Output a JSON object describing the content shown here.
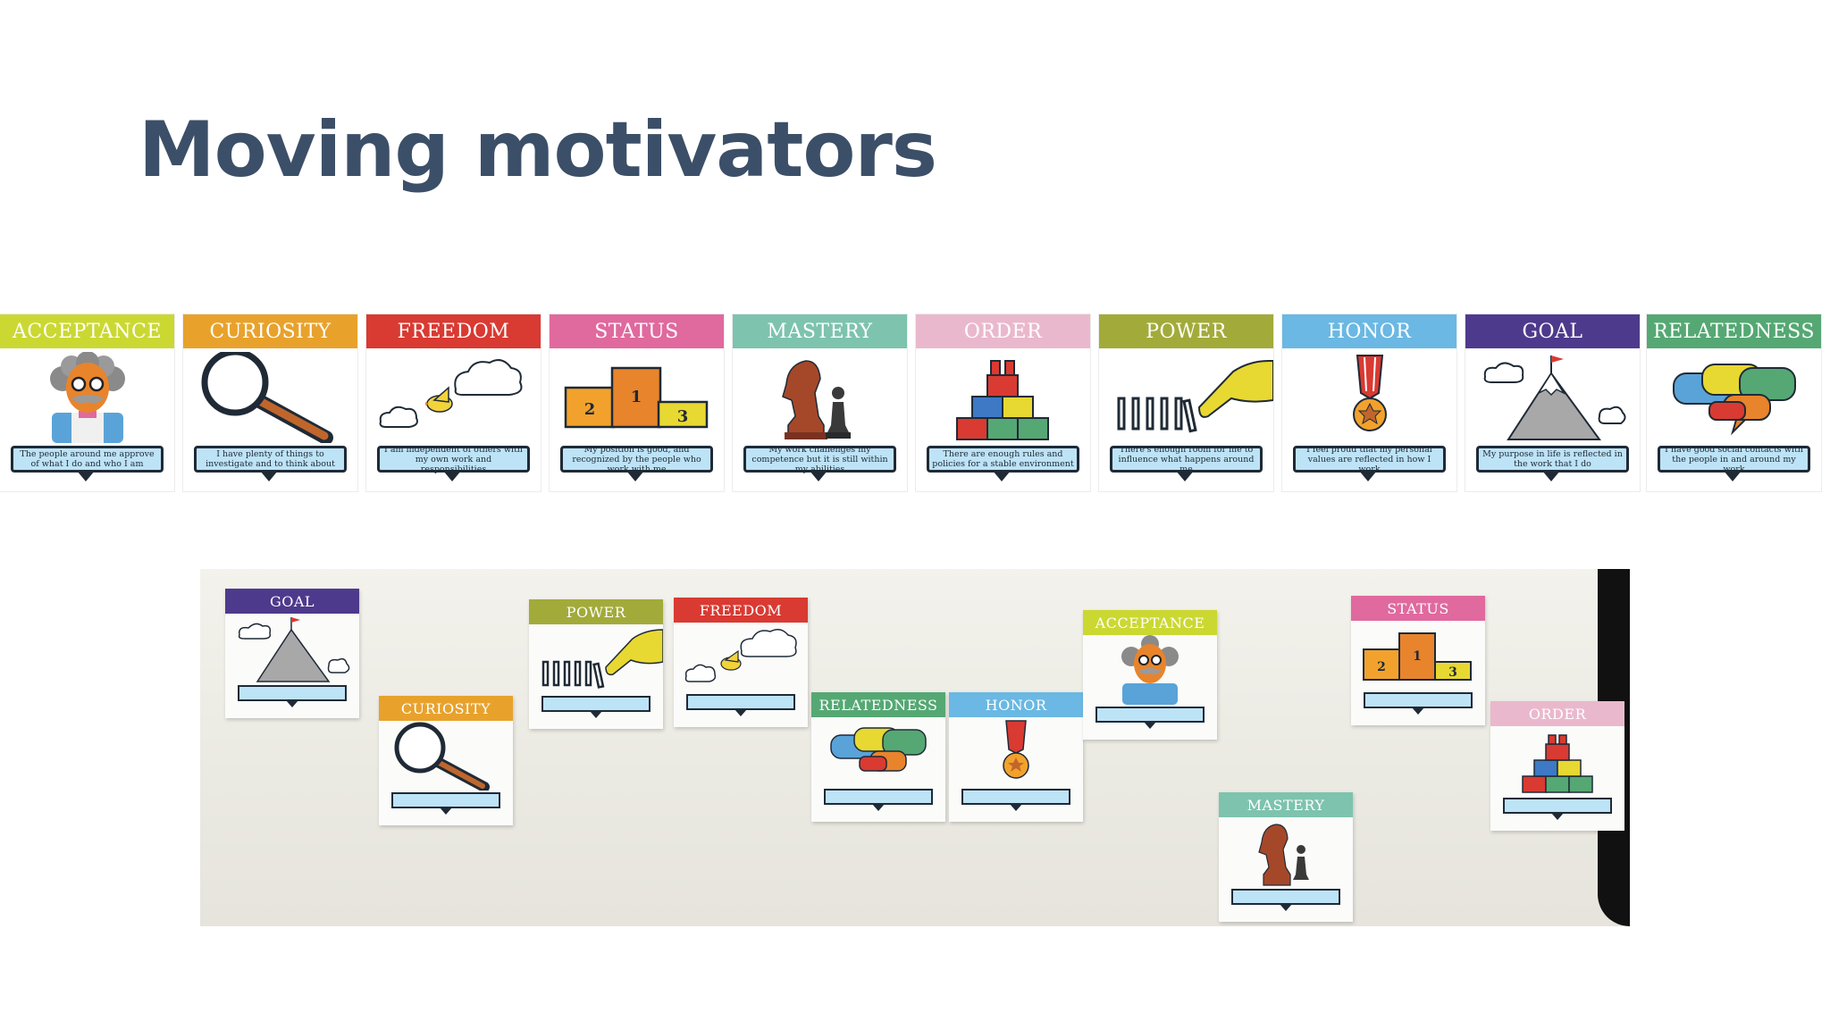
{
  "title": "Moving motivators",
  "colors": {
    "title": "#3c4f68",
    "acceptance": "#cbd832",
    "curiosity": "#e8a22c",
    "freedom": "#d93a32",
    "status": "#e0699e",
    "mastery": "#7dc3ad",
    "order": "#eab8cd",
    "power": "#a2ab3a",
    "honor": "#6ab8e3",
    "goal": "#4e3a8c",
    "relatedness": "#55a873",
    "bubble": "#bde3f6"
  },
  "cards": [
    {
      "title": "ACCEPTANCE",
      "text": "The people around me approve of what I do and who I am",
      "icon": "professor-icon"
    },
    {
      "title": "CURIOSITY",
      "text": "I have plenty of things to investigate and to think about",
      "icon": "magnifier-icon"
    },
    {
      "title": "FREEDOM",
      "text": "I am independent of others with my own work and responsibilities",
      "icon": "bird-icon"
    },
    {
      "title": "STATUS",
      "text": "My position is good, and recognized by the people who work with me",
      "icon": "podium-icon"
    },
    {
      "title": "MASTERY",
      "text": "My work challenges my competence but it is still within my abilities",
      "icon": "chess-icon"
    },
    {
      "title": "ORDER",
      "text": "There are enough rules and policies for a stable environment",
      "icon": "blocks-icon"
    },
    {
      "title": "POWER",
      "text": "There's enough room for me to influence what happens around me",
      "icon": "dominoes-icon"
    },
    {
      "title": "HONOR",
      "text": "I feel proud that my personal values are reflected in how I work",
      "icon": "medal-icon"
    },
    {
      "title": "GOAL",
      "text": "My purpose in life is reflected in the work that I do",
      "icon": "mountain-icon"
    },
    {
      "title": "RELATEDNESS",
      "text": "I have good social contacts with the people in and around my work",
      "icon": "speech-bubbles-icon"
    }
  ],
  "board_cards": [
    "GOAL",
    "CURIOSITY",
    "POWER",
    "FREEDOM",
    "RELATEDNESS",
    "HONOR",
    "ACCEPTANCE",
    "MASTERY",
    "STATUS",
    "ORDER"
  ]
}
